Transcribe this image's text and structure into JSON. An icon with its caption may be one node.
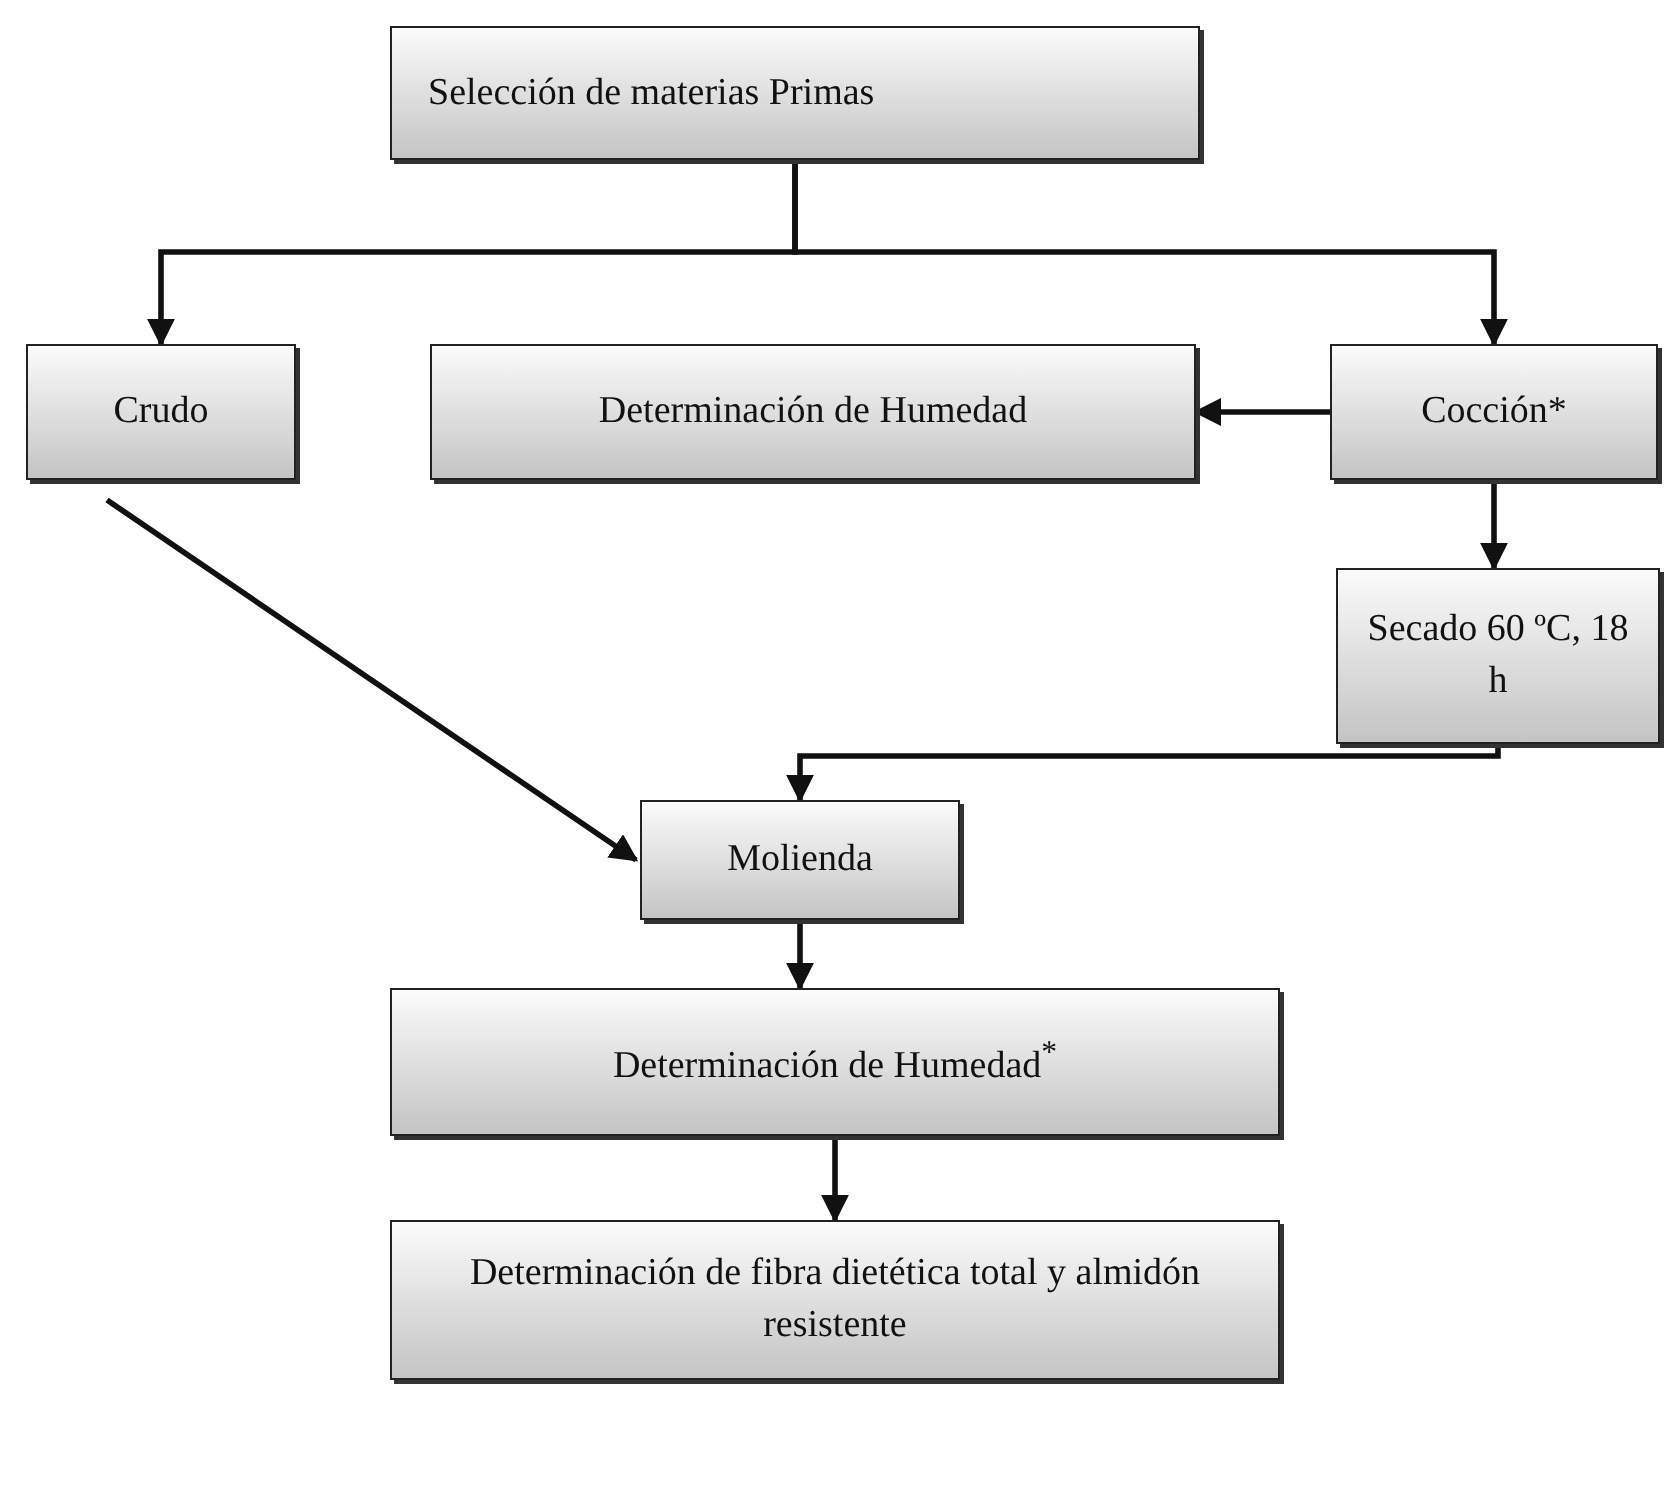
{
  "diagram": {
    "nodes": [
      {
        "text": [
          "Selección de materias Primas"
        ]
      },
      {
        "text": [
          "Crudo"
        ]
      },
      {
        "text": [
          "Determinación de Humedad"
        ]
      },
      {
        "text": [
          "Cocción*"
        ]
      },
      {
        "text": [
          "Secado 60 ºC, 18 h"
        ]
      },
      {
        "text": [
          "Molienda"
        ]
      },
      {
        "text": [
          "Determinación de Humedad$^{*}$"
        ]
      },
      {
        "text": [
          "Determinación de fibra dietética total y almidón resistente"
        ]
      }
    ],
    "edges": [
      {
        "from": 0,
        "to": 1,
        "arrow": "to"
      },
      {
        "from": 0,
        "to": 3,
        "arrow": "to"
      },
      {
        "from": 3,
        "to": 2,
        "arrow": "to"
      },
      {
        "from": 3,
        "to": 4,
        "arrow": "to"
      },
      {
        "from": 1,
        "to": 5,
        "arrow": "to"
      },
      {
        "from": 4,
        "to": 5,
        "arrow": "to"
      },
      {
        "from": 5,
        "to": 6,
        "arrow": "to"
      },
      {
        "from": 6,
        "to": 7,
        "arrow": "to"
      }
    ]
  }
}
